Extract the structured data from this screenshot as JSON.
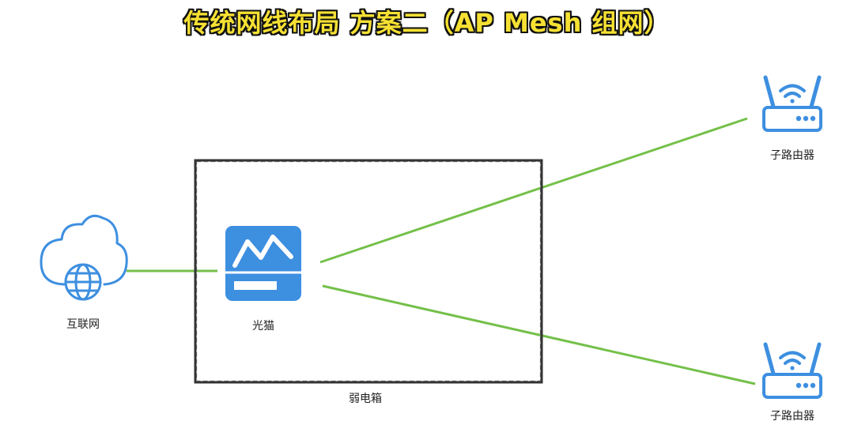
{
  "title": "传统网线布局 方案二（AP Mesh 组网）",
  "nodes": {
    "internet": {
      "label": "互联网",
      "icon": "cloud-globe-icon"
    },
    "modem": {
      "label": "光猫",
      "icon": "optical-modem-icon"
    },
    "cabinet": {
      "label": "弱电箱"
    },
    "router_top": {
      "label": "子路由器",
      "icon": "wireless-router-icon"
    },
    "router_bottom": {
      "label": "子路由器",
      "icon": "wireless-router-icon"
    }
  },
  "colors": {
    "icon_blue": "#3d8fe0",
    "link_green": "#74c04a",
    "box_border": "#333333",
    "title_fill": "#f6e133",
    "title_outline": "#111111"
  }
}
